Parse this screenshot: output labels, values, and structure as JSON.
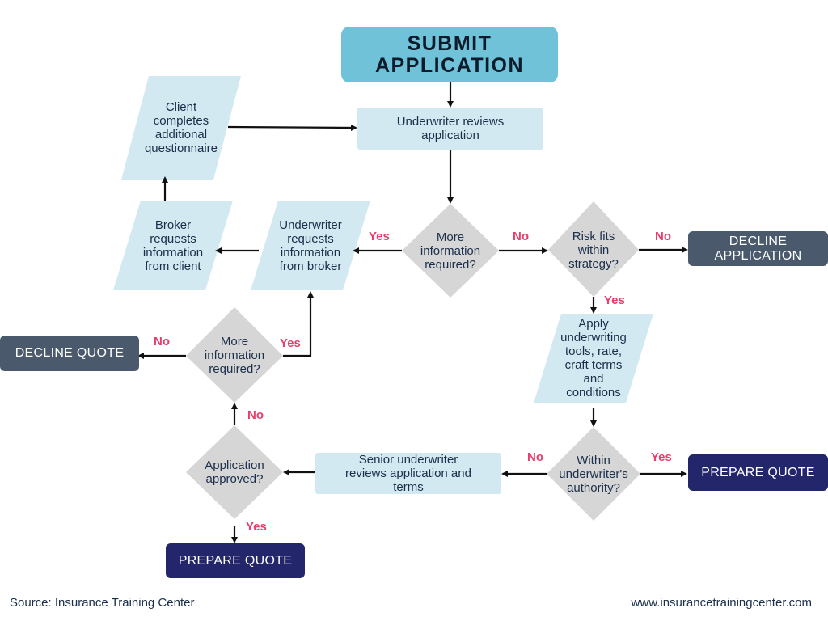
{
  "nodes": {
    "submit": "SUBMIT\nAPPLICATION",
    "uw_reviews": "Underwriter reviews\napplication",
    "client_completes": "Client\ncompletes\nadditional\nquestionnaire",
    "more_info_1": "More\ninformation\nrequired?",
    "risk_fits": "Risk fits\nwithin\nstrategy?",
    "decline_application": "DECLINE\nAPPLICATION",
    "uw_requests_broker": "Underwriter\nrequests\ninformation\nfrom broker",
    "broker_requests_client": "Broker\nrequests\ninformation\nfrom client",
    "apply_tools": "Apply\nunderwriting\ntools, rate,\ncraft terms\nand\nconditions",
    "more_info_2": "More\ninformation\nrequired?",
    "decline_quote": "DECLINE QUOTE",
    "within_authority": "Within\nunderwriter's\nauthority?",
    "prepare_quote_right": "PREPARE QUOTE",
    "senior_reviews": "Senior underwriter\nreviews application and\nterms",
    "app_approved": "Application\napproved?",
    "prepare_quote_bottom": "PREPARE QUOTE"
  },
  "labels": {
    "yes_more1": "Yes",
    "no_more1": "No",
    "no_risk": "No",
    "yes_risk": "Yes",
    "no_more2": "No",
    "yes_more2": "Yes",
    "no_approved": "No",
    "yes_approved": "Yes",
    "no_authority": "No",
    "yes_authority": "Yes"
  },
  "footer": {
    "source": "Source: Insurance Training Center",
    "url": "www.insurancetrainingcenter.com"
  },
  "colors": {
    "start": "#6fc2d8",
    "process": "#d2e9f1",
    "decision": "#d6d6d6",
    "decline": "#4a5a6c",
    "prepare": "#23266b",
    "label": "#e83e6c",
    "arrow": "#111111"
  }
}
